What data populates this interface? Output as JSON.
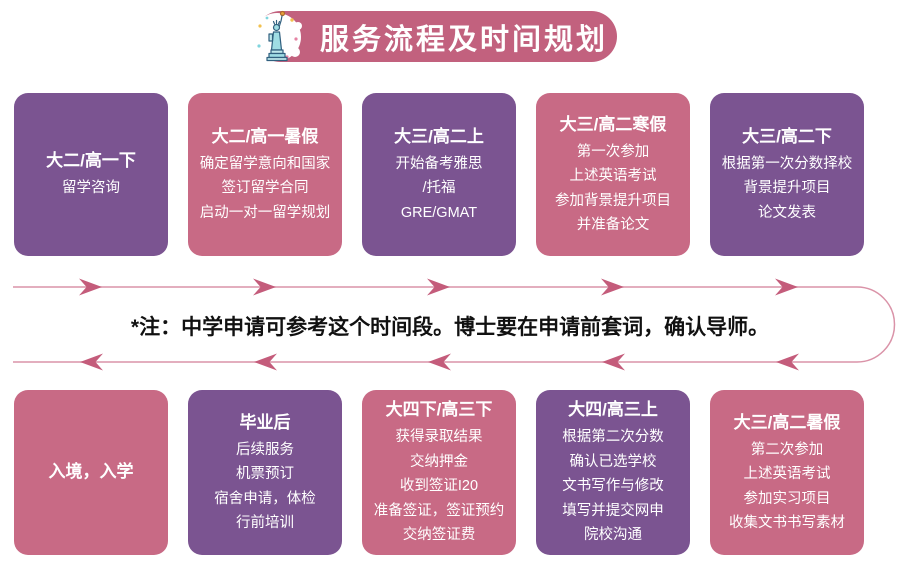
{
  "header": {
    "title": "服务流程及时间规划",
    "icon": "statue-of-liberty-icon"
  },
  "note": "*注：中学申请可参考这个时间段。博士要在申请前套词，确认导师。",
  "colors": {
    "purple_card": "#7b5491",
    "pink_card": "#c86a85",
    "header_bg": "#c2617e",
    "flow_line": "#da93a8",
    "flow_arrow": "#c45c7b",
    "note_text": "#111111"
  },
  "top_row": [
    {
      "title": "大二/高一下",
      "lines": [
        "留学咨询"
      ],
      "color": "purple"
    },
    {
      "title": "大二/高一暑假",
      "lines": [
        "确定留学意向和国家",
        "签订留学合同",
        "启动一对一留学规划"
      ],
      "color": "pink"
    },
    {
      "title": "大三/高二上",
      "lines": [
        "开始备考雅思",
        "/托福",
        "GRE/GMAT"
      ],
      "color": "purple"
    },
    {
      "title": "大三/高二寒假",
      "lines": [
        "第一次参加",
        "上述英语考试",
        "参加背景提升项目",
        "并准备论文"
      ],
      "color": "pink"
    },
    {
      "title": "大三/高二下",
      "lines": [
        "根据第一次分数择校",
        "背景提升项目",
        "论文发表"
      ],
      "color": "purple"
    }
  ],
  "bottom_row": [
    {
      "title": "入境，入学",
      "lines": [],
      "color": "pink"
    },
    {
      "title": "毕业后",
      "lines": [
        "后续服务",
        "机票预订",
        "宿舍申请，体检",
        "行前培训"
      ],
      "color": "purple"
    },
    {
      "title": "大四下/高三下",
      "lines": [
        "获得录取结果",
        "交纳押金",
        "收到签证I20",
        "准备签证，签证预约",
        "交纳签证费"
      ],
      "color": "pink"
    },
    {
      "title": "大四/高三上",
      "lines": [
        "根据第二次分数",
        "确认已选学校",
        "文书写作与修改",
        "填写并提交网申",
        "院校沟通"
      ],
      "color": "purple"
    },
    {
      "title": "大三/高二暑假",
      "lines": [
        "第二次参加",
        "上述英语考试",
        "参加实习项目",
        "收集文书书写素材"
      ],
      "color": "pink"
    }
  ]
}
